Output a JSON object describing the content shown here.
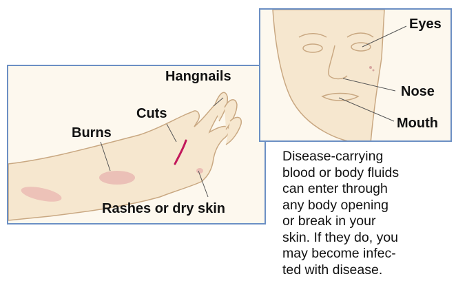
{
  "arm_labels": {
    "hangnails": "Hangnails",
    "cuts": "Cuts",
    "burns": "Burns",
    "rashes": "Rashes or dry skin"
  },
  "face_labels": {
    "eyes": "Eyes",
    "nose": "Nose",
    "mouth": "Mouth"
  },
  "caption_lines": [
    "Disease-carrying",
    "blood or body fluids",
    "can enter through",
    "any body opening",
    "or break in your",
    "skin. If they do, you",
    "may become infec-",
    "ted with disease."
  ],
  "colors": {
    "panel_border": "#6b8fc4",
    "panel_fill": "#fdf8ee",
    "skin": "#f6e7cf",
    "outline": "#c9a882",
    "wound": "#c2185b"
  }
}
